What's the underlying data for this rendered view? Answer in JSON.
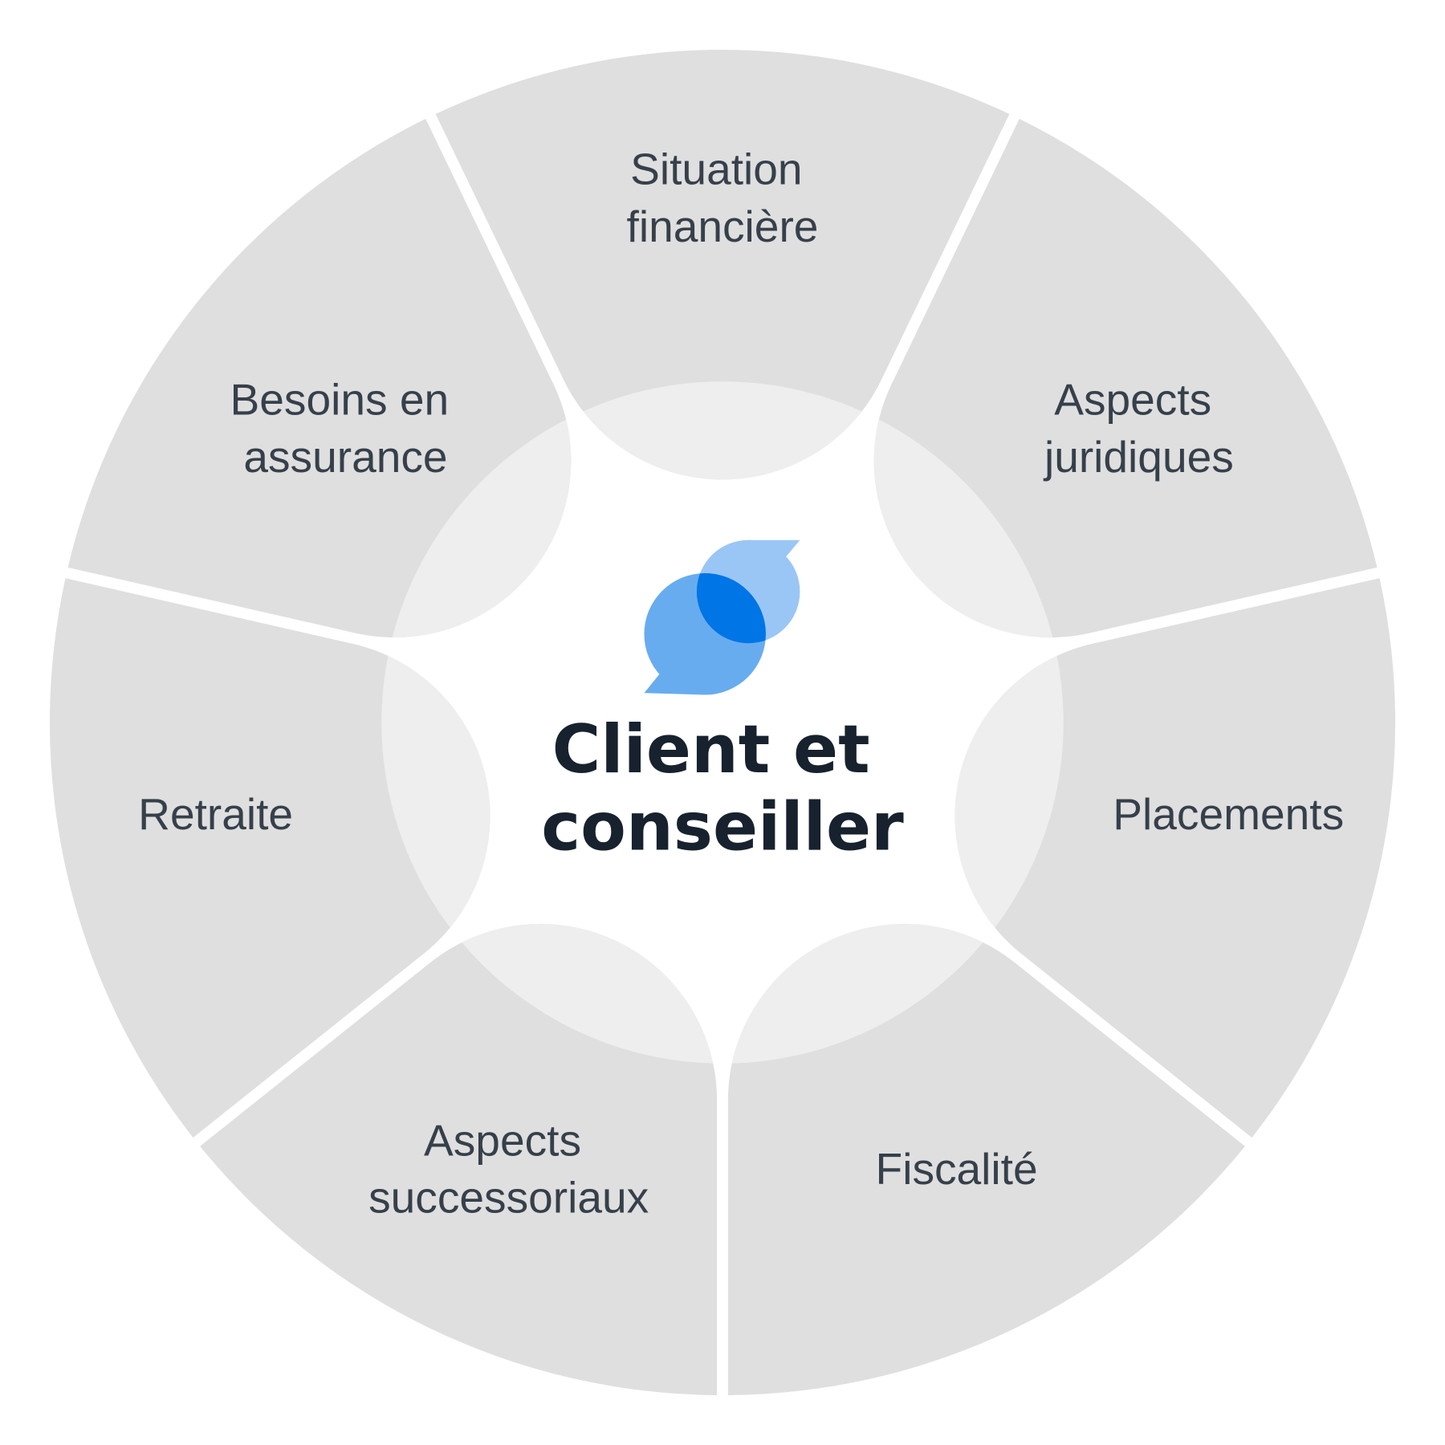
{
  "center": {
    "line1": "Client et",
    "line2": "conseiller",
    "icon": "chat-bubbles-icon"
  },
  "segments": [
    {
      "lines": [
        "Situation",
        "financière"
      ]
    },
    {
      "lines": [
        "Aspects",
        "juridiques"
      ]
    },
    {
      "lines": [
        "Placements"
      ]
    },
    {
      "lines": [
        "Fiscalité"
      ]
    },
    {
      "lines": [
        "Aspects",
        "successoriaux"
      ]
    },
    {
      "lines": [
        "Retraite"
      ]
    },
    {
      "lines": [
        "Besoins en",
        "assurance"
      ]
    }
  ],
  "colors": {
    "segment": "#dfdfdf",
    "inner": "#eeeeee",
    "bubble_back": "#9ac6f5",
    "bubble_front": "#68acf0",
    "bubble_overlap": "#0075e6"
  }
}
